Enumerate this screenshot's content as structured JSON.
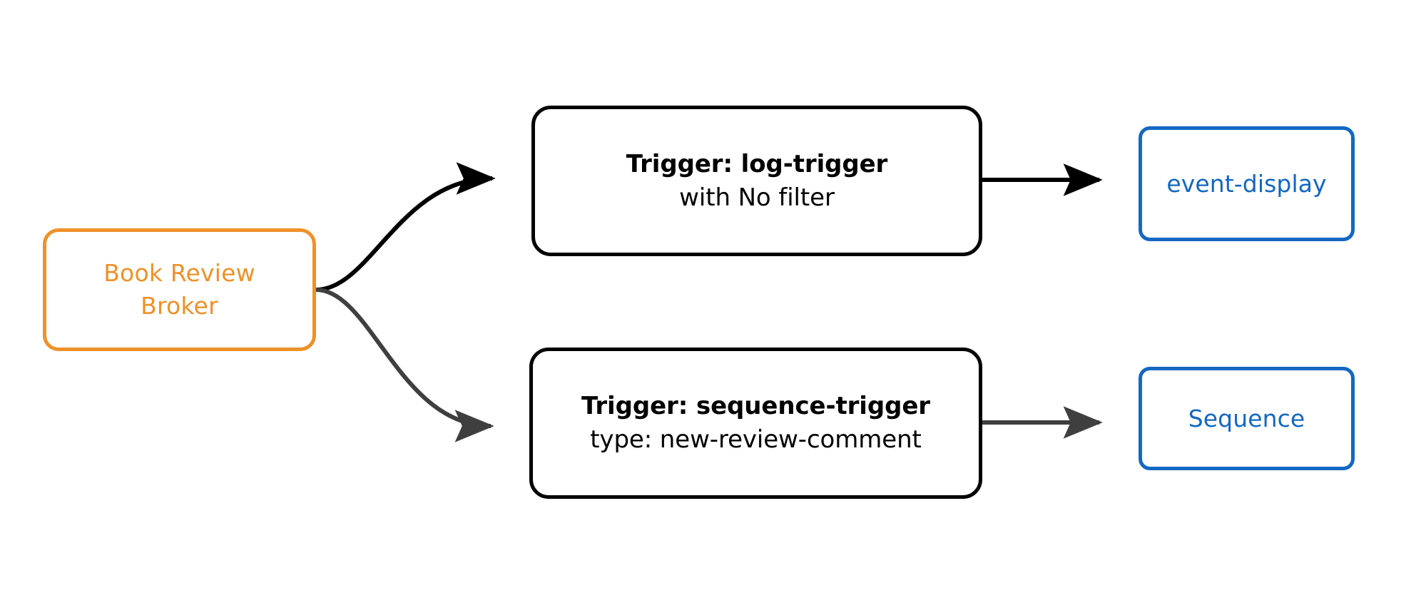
{
  "diagram": {
    "type": "flow-diagram",
    "background_color": "#ffffff",
    "nodes": {
      "broker": {
        "id": "book-review-broker",
        "line1": "Book Review",
        "line2": "Broker",
        "color": "#EF9128",
        "shape": "rounded-rectangle"
      },
      "trigger_log": {
        "id": "log-trigger",
        "title": "Trigger: log-trigger",
        "subtitle": "with No filter",
        "color": "#000000",
        "shape": "rounded-rectangle"
      },
      "trigger_sequence": {
        "id": "sequence-trigger",
        "title": "Trigger: sequence-trigger",
        "subtitle": "type: new-review-comment",
        "color": "#000000",
        "shape": "rounded-rectangle"
      },
      "sink_event_display": {
        "id": "event-display",
        "label": "event-display",
        "color": "#1268C3",
        "shape": "rounded-rectangle"
      },
      "sink_sequence": {
        "id": "sequence",
        "label": "Sequence",
        "color": "#1268C3",
        "shape": "rounded-rectangle"
      }
    },
    "edges": [
      {
        "name": "broker-to-log-trigger",
        "from": "book-review-broker",
        "to": "log-trigger",
        "style": "curved",
        "color": "#000000",
        "arrowhead": "filled-triangle"
      },
      {
        "name": "broker-to-sequence-trigger",
        "from": "book-review-broker",
        "to": "sequence-trigger",
        "style": "curved",
        "color": "#3F3F3F",
        "arrowhead": "filled-triangle"
      },
      {
        "name": "log-trigger-to-event-display",
        "from": "log-trigger",
        "to": "event-display",
        "style": "straight",
        "color": "#000000",
        "arrowhead": "filled-triangle"
      },
      {
        "name": "sequence-trigger-to-sequence",
        "from": "sequence-trigger",
        "to": "sequence",
        "style": "straight",
        "color": "#3F3F3F",
        "arrowhead": "filled-triangle"
      }
    ]
  }
}
